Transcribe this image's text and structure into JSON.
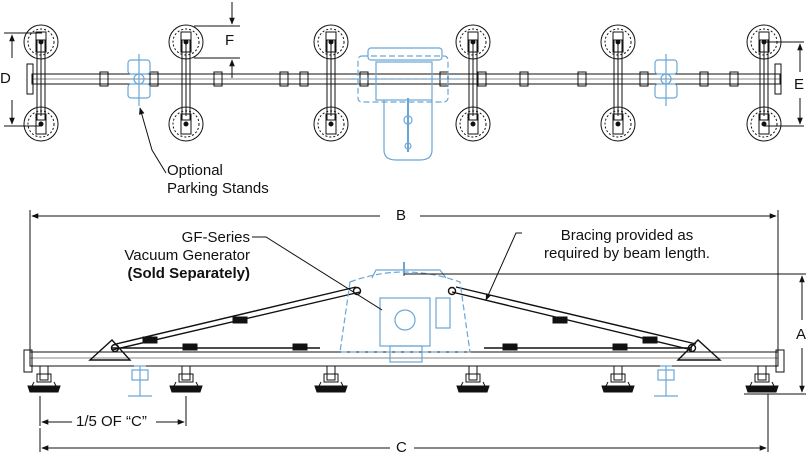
{
  "labels": {
    "d": "D",
    "e": "E",
    "f": "F",
    "a": "A",
    "b": "B",
    "c": "C",
    "fifth_c": "1/5 OF “C”"
  },
  "callouts": {
    "parking_stands_line1": "Optional",
    "parking_stands_line2": "Parking Stands",
    "generator_line1": "GF-Series",
    "generator_line2": "Vacuum Generator",
    "generator_line3": "(Sold Separately)",
    "bracing_line1": "Bracing provided as",
    "bracing_line2": "required by beam length."
  },
  "colors": {
    "line": "#111111",
    "accessory": "#6aa6d6",
    "background": "#ffffff"
  },
  "icons": {
    "suction_pad": "vacuum-pad-icon",
    "arrow": "arrowhead-icon"
  }
}
